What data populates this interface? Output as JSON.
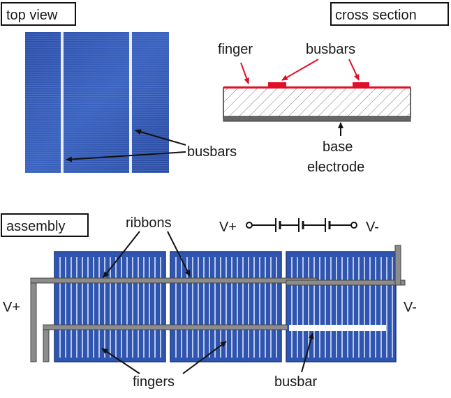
{
  "panels": {
    "top_view": {
      "title": "top view",
      "callout": "busbars"
    },
    "cross_section": {
      "title": "cross section",
      "finger_label": "finger",
      "busbars_label": "busbars",
      "base_label_line1": "base",
      "base_label_line2": "electrode"
    },
    "assembly": {
      "title": "assembly",
      "ribbons_label": "ribbons",
      "fingers_label": "fingers",
      "busbar_label": "busbar",
      "v_plus_left": "V+",
      "v_minus_right": "V-",
      "circuit_v_plus": "V+",
      "circuit_v_minus": "V-"
    }
  },
  "colors": {
    "cell_blue": "#2f55b0",
    "cell_dark": "#1f3f94",
    "finger_line": "#dbe4f7",
    "ribbon_gray": "#8c8c8c",
    "contact_red": "#e0102a",
    "arrow_red": "#e0102a",
    "substrate_gray": "#555555"
  }
}
